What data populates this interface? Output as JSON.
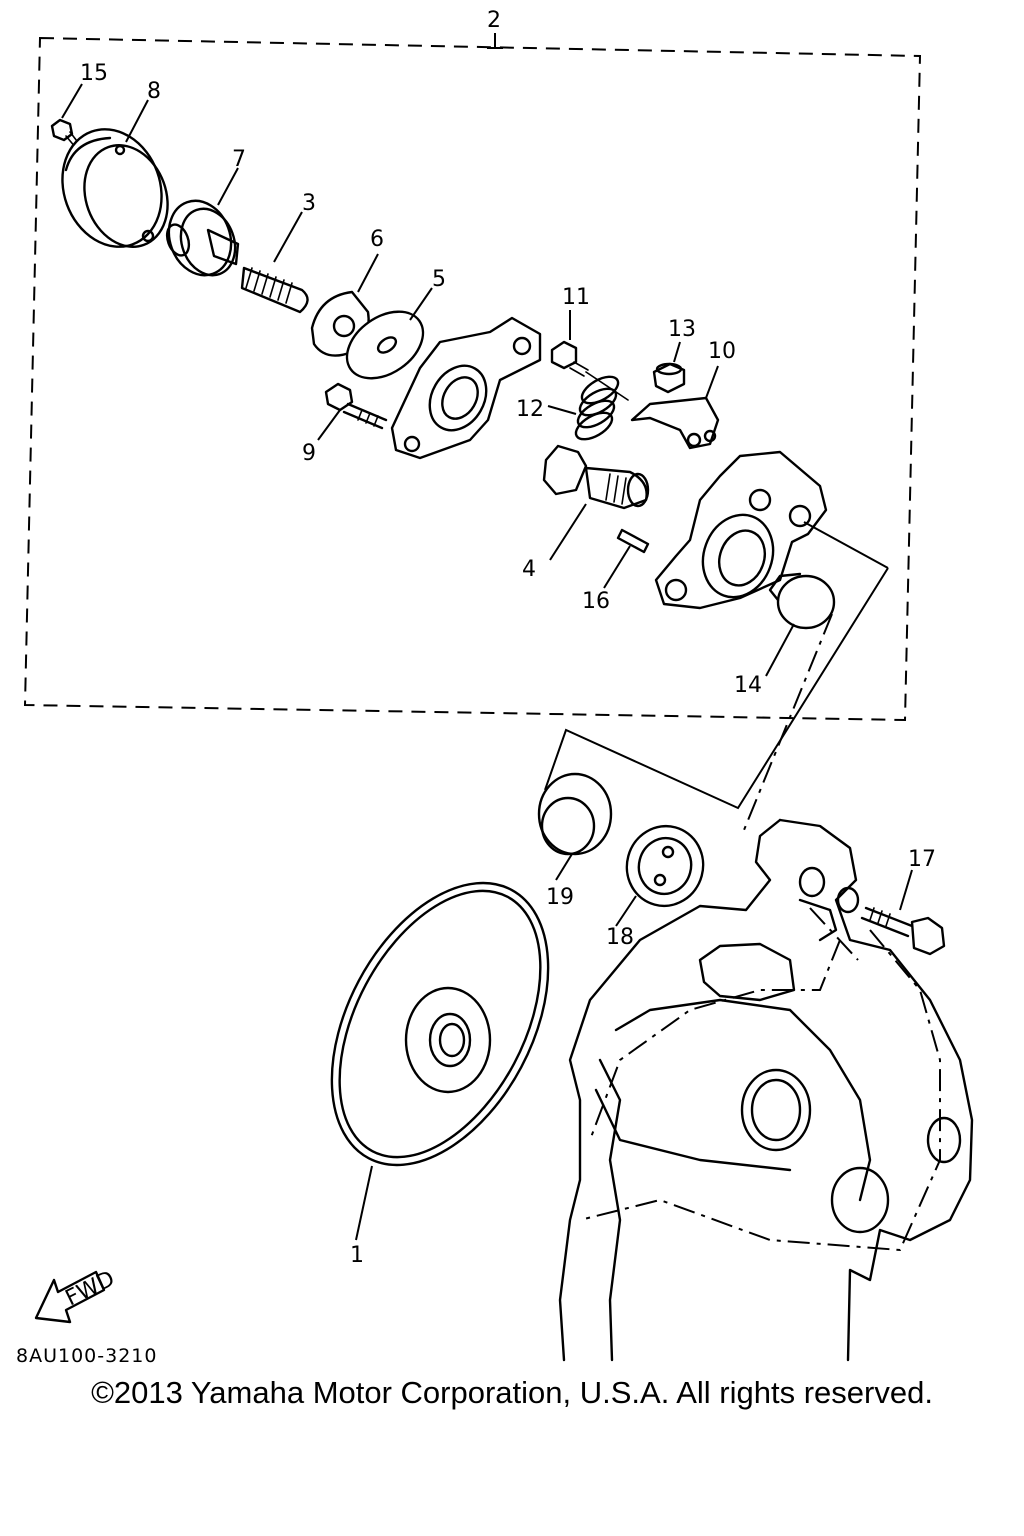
{
  "parts": {
    "p1": "1",
    "p2": "2",
    "p3": "3",
    "p4": "4",
    "p5": "5",
    "p6": "6",
    "p7": "7",
    "p8": "8",
    "p9": "9",
    "p10": "10",
    "p11": "11",
    "p12": "12",
    "p13": "13",
    "p14": "14",
    "p15": "15",
    "p16": "16",
    "p17": "17",
    "p18": "18",
    "p19": "19"
  },
  "fwd_label": "FWD",
  "diagram_code": "8AU100-3210",
  "copyright": "©2013 Yamaha Motor Corporation, U.S.A. All rights reserved."
}
